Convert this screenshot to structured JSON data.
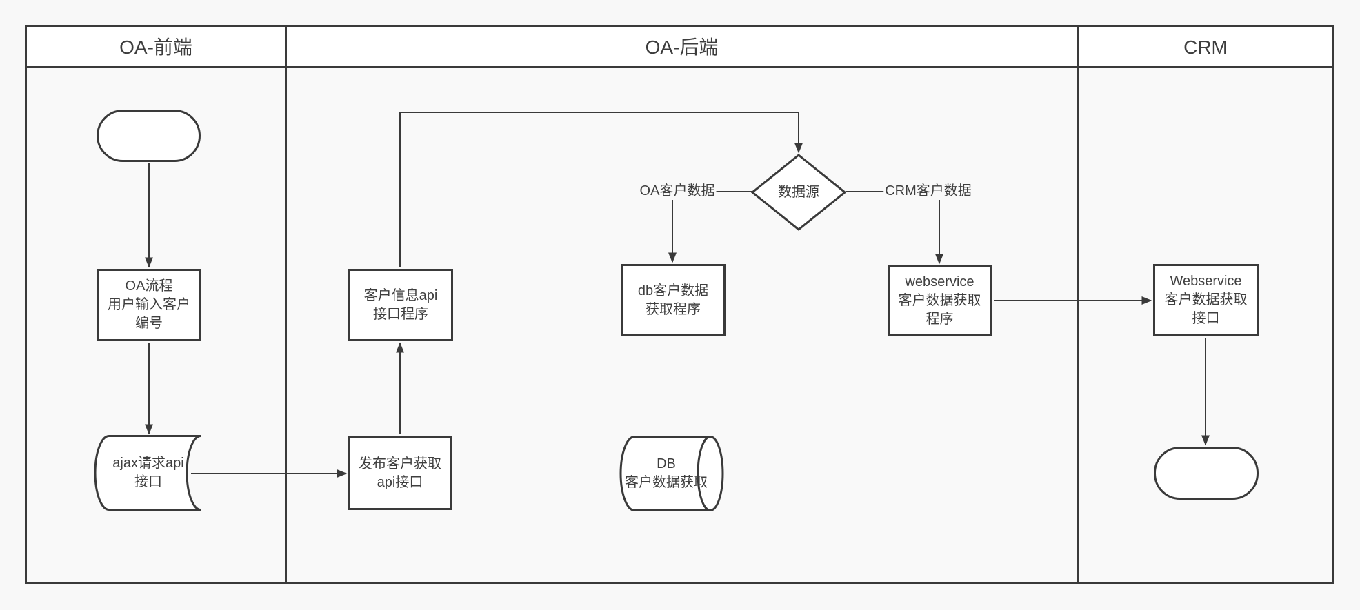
{
  "lanes": [
    {
      "label": "OA-前端"
    },
    {
      "label": "OA-后端"
    },
    {
      "label": "CRM"
    }
  ],
  "nodes": {
    "start": {
      "label": "",
      "shape": "terminator"
    },
    "oa_process": {
      "label": "OA流程\n用户输入客户\n编号",
      "shape": "process"
    },
    "ajax_request": {
      "label": "ajax请求api\n接口",
      "shape": "stored-data"
    },
    "publish_api": {
      "label": "发布客户获取\napi接口",
      "shape": "process"
    },
    "customer_info_api": {
      "label": "客户信息api\n接口程序",
      "shape": "process"
    },
    "data_source": {
      "label": "数据源",
      "shape": "decision"
    },
    "db_fetch_program": {
      "label": "db客户数据\n获取程序",
      "shape": "process"
    },
    "db_store": {
      "label": "DB\n客户数据获取",
      "shape": "direct-data"
    },
    "ws_fetch_program": {
      "label": "webservice\n客户数据获取\n程序",
      "shape": "process"
    },
    "ws_api": {
      "label": "Webservice\n客户数据获取\n接口",
      "shape": "process"
    },
    "end": {
      "label": "",
      "shape": "terminator"
    }
  },
  "edge_labels": {
    "oa_customer_data": "OA客户数据",
    "crm_customer_data": "CRM客户数据"
  },
  "colors": {
    "stroke": "#3a3a3a",
    "shape_fill": "#ffffff",
    "lane_body": "#f9f9f9",
    "header_fill": "#ffffff",
    "page_bg": "#f8f8f8",
    "text": "#3f3f3f"
  }
}
